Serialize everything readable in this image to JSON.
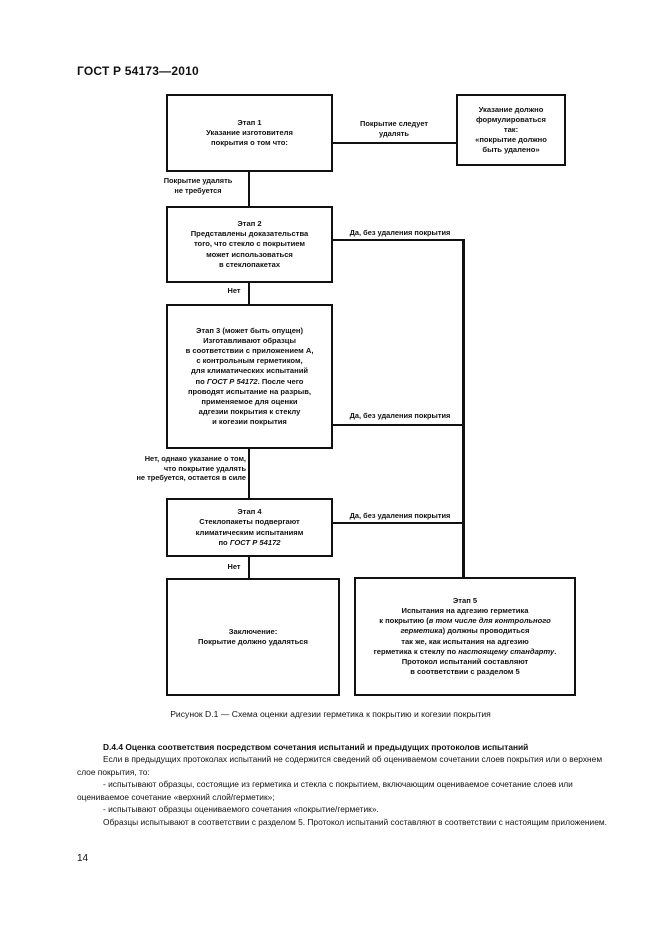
{
  "header": {
    "doc_code": "ГОСТ Р 54173—2010"
  },
  "flowchart": {
    "stage1": {
      "title": "Этап 1",
      "lines": [
        "Указание изготовителя",
        "покрытия о том что:"
      ]
    },
    "note_box": {
      "lines": [
        "Указание должно",
        "формулироваться",
        "так:",
        "«покрытие должно",
        "быть удалено»"
      ]
    },
    "stage2": {
      "title": "Этап 2",
      "lines": [
        "Представлены доказательства",
        "того, что стекло с покрытием",
        "может использоваться",
        "в стеклопакетах"
      ]
    },
    "stage3": {
      "title": "Этап 3 (может быть опущен)",
      "line1": "Изготавливают образцы",
      "line2": "в соответствии с приложением А,",
      "line3": "с контрольным герметиком,",
      "line4": "для климатических испытаний",
      "line5_prefix": "по ",
      "line5_ref": "ГОСТ Р 54172",
      "line5_suffix": ". После чего",
      "line6": "проводят испытание на разрыв,",
      "line7": "применяемое для оценки",
      "line8": "адгезии покрытия к стеклу",
      "line9": "и когезии покрытия"
    },
    "stage4": {
      "title": "Этап 4",
      "line1": "Стеклопакеты подвергают",
      "line2": "климатическим испытаниям",
      "line3_prefix": "по ",
      "line3_ref": "ГОСТ Р 54172"
    },
    "conclusion": {
      "lines": [
        "Заключение:",
        "Покрытие должно удаляться"
      ]
    },
    "stage5": {
      "title": "Этап 5",
      "line1": "Испытания на адгезию герметика",
      "line2_prefix": "к покрытию (",
      "line2_em": "в том числе для контрольного",
      "line3_em": "герметика",
      "line3_suffix": ") должны проводиться",
      "line4": "так же, как испытания на адгезию",
      "line5_prefix": "герметика к стеклу по ",
      "line5_em": "настоящему стандарту",
      "line5_suffix": ".",
      "line6": "Протокол испытаний составляют",
      "line7": "в соответствии с разделом 5"
    },
    "labels": {
      "must_remove": [
        "Покрытие следует",
        "удалять"
      ],
      "no_removal_needed": [
        "Покрытие удалять",
        "не требуется"
      ],
      "yes_no_removal": "Да, без удаления покрытия",
      "no": "Нет",
      "no_but_indication": [
        "Нет, однако указание о том,",
        "что покрытие удалять",
        "не требуется, остается в силе"
      ]
    }
  },
  "caption": "Рисунок  D.1 — Схема оценки адгезии герметика к покрытию и когезии покрытия",
  "section": {
    "heading": "D.4.4  Оценка соответствия посредством сочетания испытаний и предыдущих протоколов испытаний",
    "para1": "Если в предыдущих протоколах испытаний не содержится сведений об оцениваемом сочетании слоев покрытия или о верхнем слое покрытия, то:",
    "bullet1": "- испытывают образцы, состоящие из герметика и стекла с покрытием, включающим оцениваемое сочетание слоев или оцениваемое сочетание «верхний слой/герметик»;",
    "bullet2": "- испытывают образцы оцениваемого сочетания «покрытие/герметик».",
    "para2": "Образцы испытывают в соответствии с разделом 5. Протокол испытаний составляют в соответствии с настоящим приложением."
  },
  "page_number": "14"
}
